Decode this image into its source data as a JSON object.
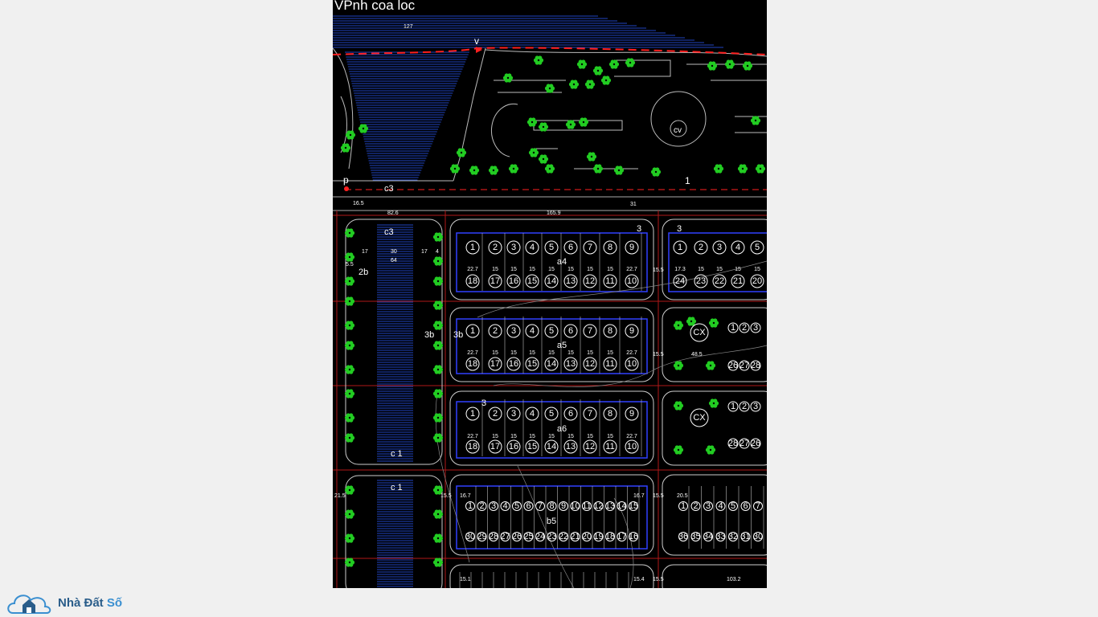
{
  "drawing": {
    "title_fragment": "VPnh coa loc",
    "marker_v": "v",
    "marker_p": "p",
    "marker_1": "1",
    "center_label": "cv",
    "c3_labels": [
      "c3",
      "c3"
    ],
    "c1_labels": [
      "c 1",
      "c 1"
    ],
    "side_labels": {
      "l2b": "2b",
      "l3b_a": "3b",
      "l3b_b": "3b",
      "l3_a": "3",
      "l3_b": "3",
      "l3_c": "3"
    },
    "dimensions": {
      "d127": "127",
      "d82_6": "82.6",
      "d165_9": "165.9",
      "d16_5": "16.5",
      "d31": "31",
      "d17a": "17",
      "d30": "30",
      "d17b": "17",
      "d4": "4",
      "d64": "64",
      "d5_5": "5.5",
      "d15_5": "15.5",
      "d21_5": "21.5",
      "d20_5": "20.5",
      "d103_2": "103.2",
      "d15_1": "15.1",
      "d15_4": "15.4",
      "d16_7": "16.7",
      "d48_5": "48.5"
    },
    "blocks": [
      {
        "name": "a4",
        "top": [
          "1",
          "2",
          "3",
          "4",
          "5",
          "6",
          "7",
          "8",
          "9"
        ],
        "bottom": [
          "18",
          "17",
          "16",
          "15",
          "14",
          "13",
          "12",
          "11",
          "10"
        ],
        "dims": [
          "22.7",
          "15",
          "15",
          "15",
          "15",
          "15",
          "15",
          "15",
          "22.7"
        ]
      },
      {
        "name": "a5",
        "top": [
          "1",
          "2",
          "3",
          "4",
          "5",
          "6",
          "7",
          "8",
          "9"
        ],
        "bottom": [
          "18",
          "17",
          "16",
          "15",
          "14",
          "13",
          "12",
          "11",
          "10"
        ],
        "dims": [
          "22.7",
          "15",
          "15",
          "15",
          "15",
          "15",
          "15",
          "15",
          "22.7"
        ]
      },
      {
        "name": "a6",
        "top": [
          "1",
          "2",
          "3",
          "4",
          "5",
          "6",
          "7",
          "8",
          "9"
        ],
        "bottom": [
          "18",
          "17",
          "16",
          "15",
          "14",
          "13",
          "12",
          "11",
          "10"
        ],
        "dims": [
          "22.7",
          "15",
          "15",
          "15",
          "15",
          "15",
          "15",
          "15",
          "22.7"
        ]
      }
    ],
    "right_block_top": {
      "top": [
        "1",
        "2",
        "3",
        "4",
        "5"
      ],
      "bottom": [
        "24",
        "23",
        "22",
        "21",
        "20"
      ],
      "dims": [
        "17.3",
        "15",
        "15",
        "15",
        "15"
      ]
    },
    "cx_labels": [
      "CX",
      "CX"
    ],
    "cx_small_top": [
      "1",
      "2",
      "3"
    ],
    "cx_small_bottom_1": [
      "26",
      "27",
      "28"
    ],
    "cx_small_bottom_2": [
      "28",
      "27",
      "26"
    ],
    "b5": {
      "name": "b5",
      "top": [
        "1",
        "2",
        "3",
        "4",
        "5",
        "6",
        "7",
        "8",
        "9",
        "10",
        "11",
        "12",
        "13",
        "14",
        "15"
      ],
      "bottom": [
        "30",
        "29",
        "28",
        "27",
        "26",
        "25",
        "24",
        "23",
        "22",
        "21",
        "20",
        "19",
        "18",
        "17",
        "16"
      ]
    },
    "b_right": {
      "top": [
        "1",
        "2",
        "3",
        "4",
        "5",
        "6",
        "7"
      ],
      "bottom": [
        "36",
        "35",
        "34",
        "33",
        "32",
        "31",
        "30"
      ]
    }
  },
  "watermark": {
    "text_main": "Nhà Đất ",
    "text_accent": "Số",
    "icon": "house-cloud-icon"
  },
  "colors": {
    "background": "#000000",
    "page": "#f0f0f0",
    "road_edge": "#ff3b3b",
    "block_outline": "#d0d0d0",
    "lot_line": "#3040ff",
    "tree": "#22cc22",
    "water": "#2a5bff"
  }
}
